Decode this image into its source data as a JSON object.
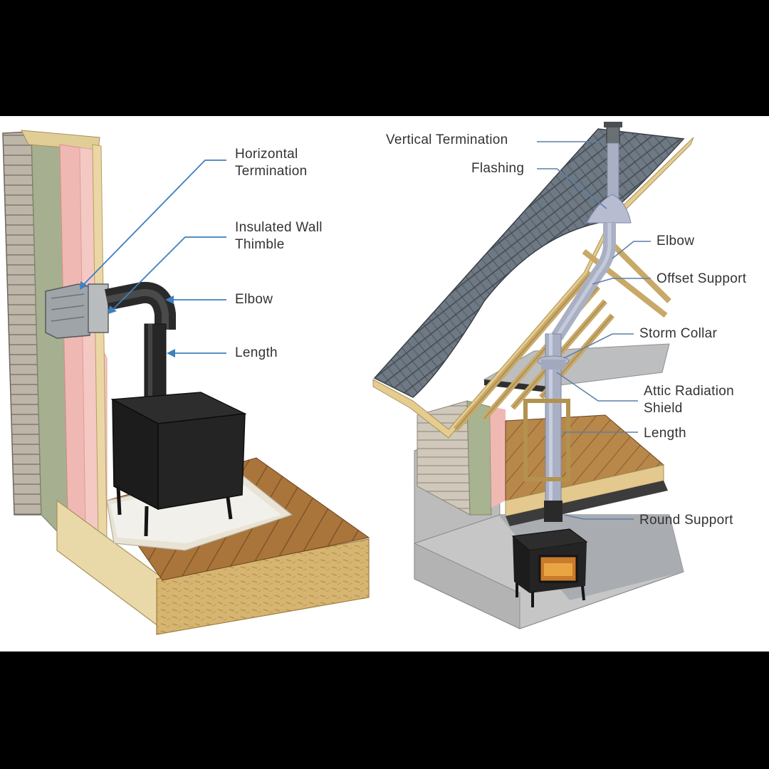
{
  "left_diagram": {
    "labels": {
      "horizontal_termination": "Horizontal\nTermination",
      "insulated_wall_thimble": "Insulated Wall\nThimble",
      "elbow": "Elbow",
      "length": "Length"
    }
  },
  "right_diagram": {
    "labels": {
      "vertical_termination": "Vertical Termination",
      "flashing": "Flashing",
      "elbow": "Elbow",
      "offset_support": "Offset Support",
      "storm_collar": "Storm Collar",
      "attic_radiation_shield": "Attic Radiation\nShield",
      "length": "Length",
      "round_support": "Round Support"
    }
  },
  "colors": {
    "background": "#000000",
    "panel": "#ffffff",
    "leader_line": "#3f7fbf",
    "insulation": "#f2c2c2",
    "roof_shingle": "#5c6670",
    "wood": "#e3c98d",
    "stove": "#1e1e1e"
  },
  "icons": [
    "wood-stove-icon",
    "chimney-pipe-icon",
    "roof-shingles-icon"
  ]
}
